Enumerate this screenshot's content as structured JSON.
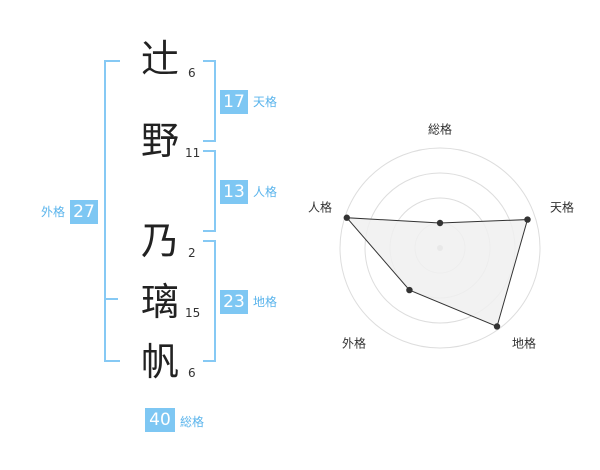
{
  "characters": [
    {
      "char": "辻",
      "strokes": "6"
    },
    {
      "char": "野",
      "strokes": "11"
    },
    {
      "char": "乃",
      "strokes": "2"
    },
    {
      "char": "璃",
      "strokes": "15"
    },
    {
      "char": "帆",
      "strokes": "6"
    }
  ],
  "fortunes": {
    "ten": {
      "value": "17",
      "label": "天格"
    },
    "jin": {
      "value": "13",
      "label": "人格"
    },
    "chi": {
      "value": "23",
      "label": "地格"
    },
    "gai": {
      "value": "27",
      "label": "外格"
    },
    "total": {
      "value": "40",
      "label": "総格"
    }
  },
  "radar": {
    "axes": [
      "総格",
      "天格",
      "地格",
      "外格",
      "人格"
    ],
    "levels": [
      0.25,
      0.92,
      0.97,
      0.52,
      0.98
    ],
    "rings": 4,
    "colors": {
      "fill": "#f0f0f0",
      "stroke": "#333333",
      "grid": "#dddddd",
      "center": "#bbbbbb"
    }
  }
}
